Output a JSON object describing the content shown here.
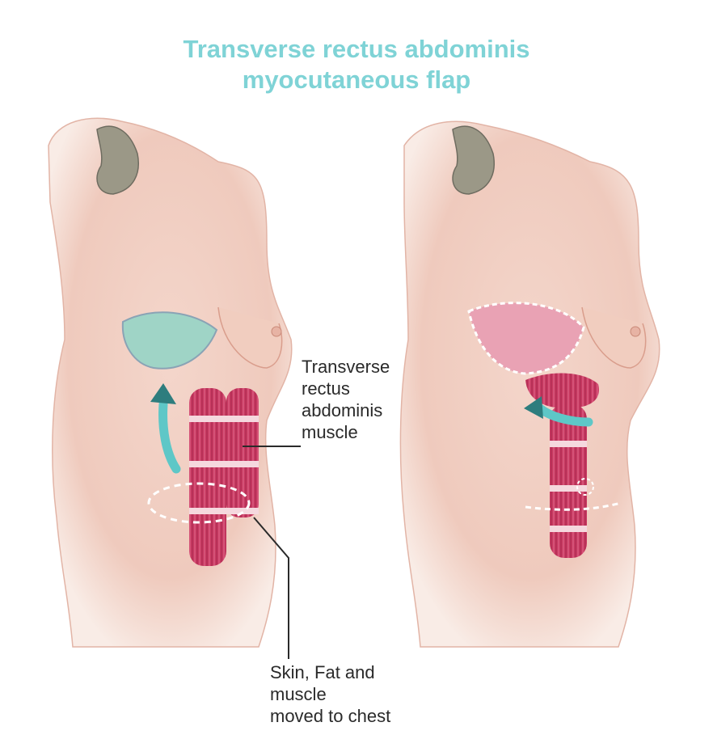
{
  "title": {
    "line1": "Transverse rectus abdominis",
    "line2": "myocutaneous flap"
  },
  "labels": {
    "muscle": [
      "Transverse",
      "rectus",
      "abdominis",
      "muscle"
    ],
    "skin": [
      "Skin, Fat and",
      "muscle",
      "moved to chest"
    ]
  },
  "colors": {
    "title": "#7fd3d6",
    "skin": "#f2d2c8",
    "muscle": "#c93a62",
    "flap": "#9fd4c6",
    "arrow": "#5ec7c7"
  }
}
